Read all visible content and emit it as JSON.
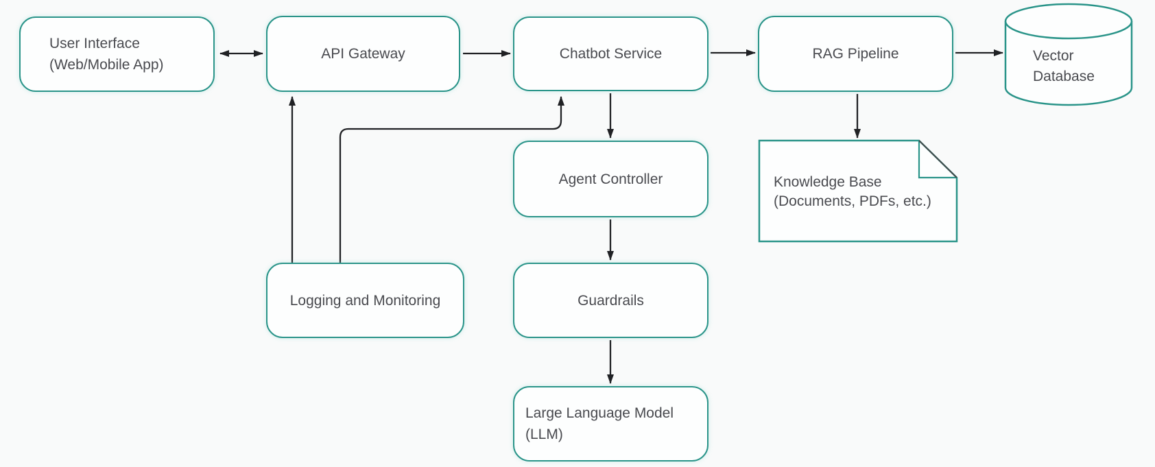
{
  "diagram": {
    "type": "flowchart",
    "colors": {
      "background": "#f9fafa",
      "node_border": "#2a9489",
      "node_fill": "#fdfefe",
      "text": "#494a4f",
      "arrow": "#202124",
      "fold_line": "#44484a"
    },
    "nodes": [
      {
        "id": "user-interface",
        "shape": "rounded-rect",
        "lines": [
          "User Interface",
          "(Web/Mobile App)"
        ]
      },
      {
        "id": "api-gateway",
        "shape": "rounded-rect",
        "lines": [
          "API Gateway"
        ]
      },
      {
        "id": "chatbot-service",
        "shape": "rounded-rect",
        "lines": [
          "Chatbot Service"
        ]
      },
      {
        "id": "rag-pipeline",
        "shape": "rounded-rect",
        "lines": [
          "RAG Pipeline"
        ]
      },
      {
        "id": "vector-database",
        "shape": "cylinder",
        "lines": [
          "Vector",
          "Database"
        ]
      },
      {
        "id": "agent-controller",
        "shape": "rounded-rect",
        "lines": [
          "Agent Controller"
        ]
      },
      {
        "id": "knowledge-base",
        "shape": "document",
        "lines": [
          "Knowledge Base",
          "(Documents, PDFs, etc.)"
        ]
      },
      {
        "id": "logging-monitoring",
        "shape": "rounded-rect",
        "lines": [
          "Logging and Monitoring"
        ]
      },
      {
        "id": "guardrails",
        "shape": "rounded-rect",
        "lines": [
          "Guardrails"
        ]
      },
      {
        "id": "llm",
        "shape": "rounded-rect",
        "lines": [
          "Large Language Model",
          "(LLM)"
        ]
      }
    ],
    "edges": [
      {
        "from": "user-interface",
        "to": "api-gateway",
        "style": "bidirectional-arrow"
      },
      {
        "from": "api-gateway",
        "to": "chatbot-service",
        "style": "arrow"
      },
      {
        "from": "chatbot-service",
        "to": "rag-pipeline",
        "style": "arrow"
      },
      {
        "from": "rag-pipeline",
        "to": "vector-database",
        "style": "arrow"
      },
      {
        "from": "chatbot-service",
        "to": "agent-controller",
        "style": "arrow"
      },
      {
        "from": "agent-controller",
        "to": "guardrails",
        "style": "arrow"
      },
      {
        "from": "guardrails",
        "to": "llm",
        "style": "arrow"
      },
      {
        "from": "rag-pipeline",
        "to": "knowledge-base",
        "style": "arrow"
      },
      {
        "from": "logging-monitoring",
        "to": "api-gateway",
        "style": "arrow"
      },
      {
        "from": "logging-monitoring",
        "to": "chatbot-service",
        "style": "elbow-arrow"
      }
    ]
  }
}
